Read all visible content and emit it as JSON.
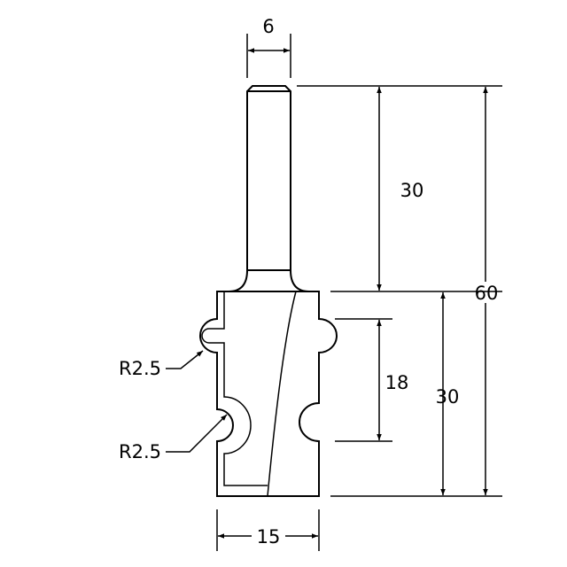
{
  "drawing": {
    "shank_diameter": "6",
    "shank_length": "30",
    "overall_length": "60",
    "profile_height": "18",
    "cutting_length": "30",
    "cutting_diameter": "15",
    "radius_upper": "R2.5",
    "radius_lower": "R2.5"
  },
  "colors": {
    "line": "#000000",
    "background": "#ffffff"
  }
}
